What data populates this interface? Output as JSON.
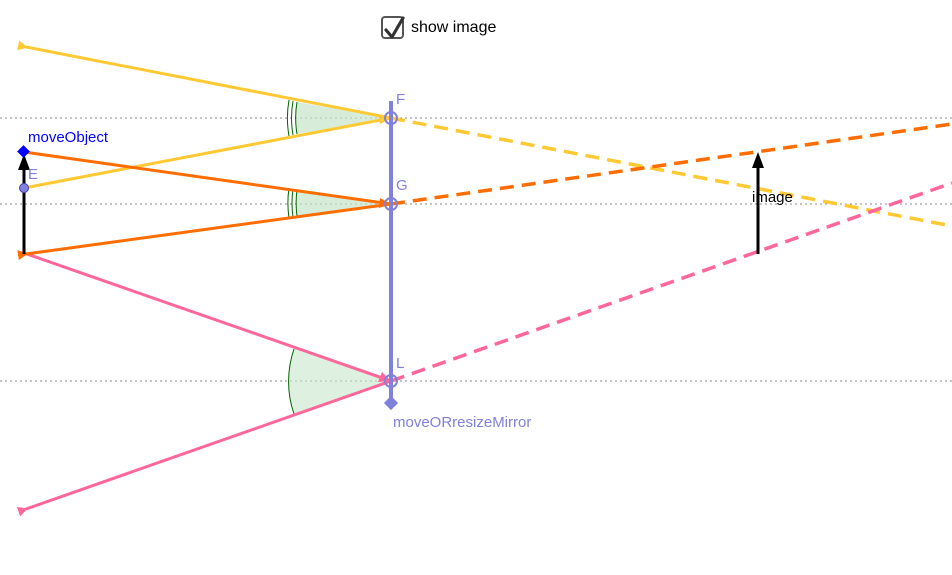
{
  "checkbox": {
    "label": "show image",
    "checked": true,
    "icon": "checkmark-icon"
  },
  "labels": {
    "object_handle": "moveObject",
    "point_e": "E",
    "point_f": "F",
    "point_g": "G",
    "point_l": "L",
    "image": "image",
    "mirror_handle": "moveORresizeMirror"
  },
  "colors": {
    "ray_yellow": "#FFC933",
    "ray_orange": "#FF6D00",
    "ray_pink": "#FF6699",
    "mirror": "#8080DD",
    "handle_blue": "#0000FF",
    "angle_fill": "#C8E6C9",
    "angle_stroke": "#006400",
    "guide": "#888888"
  }
}
